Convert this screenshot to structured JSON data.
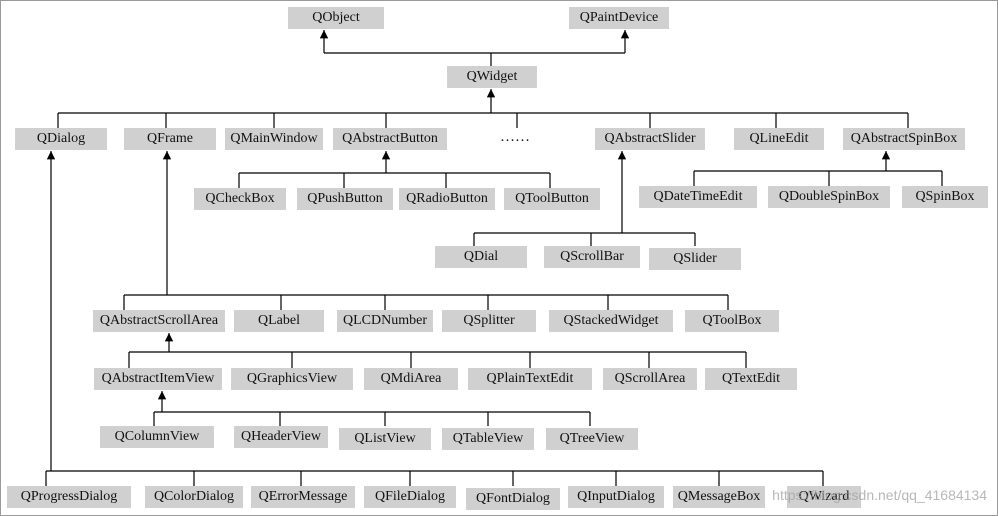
{
  "diagram": {
    "colors": {
      "node_fill": "#d0d0d0",
      "line": "#000000",
      "text": "#111111"
    },
    "ellipsis": "……",
    "watermark": "https://blog.csdn.net/qq_41684134",
    "nodes": {
      "qobject": "QObject",
      "qpaintdevice": "QPaintDevice",
      "qwidget": "QWidget",
      "qdialog": "QDialog",
      "qframe": "QFrame",
      "qmainwindow": "QMainWindow",
      "qabstractbutton": "QAbstractButton",
      "qabstractslider": "QAbstractSlider",
      "qlineedit": "QLineEdit",
      "qabstractspinbox": "QAbstractSpinBox",
      "qcheckbox": "QCheckBox",
      "qpushbutton": "QPushButton",
      "qradiobutton": "QRadioButton",
      "qtoolbutton": "QToolButton",
      "qdatetimeedit": "QDateTimeEdit",
      "qdoublespinbox": "QDoubleSpinBox",
      "qspinbox": "QSpinBox",
      "qdial": "QDial",
      "qscrollbar": "QScrollBar",
      "qslider": "QSlider",
      "qabstractscrollarea": "QAbstractScrollArea",
      "qlabel": "QLabel",
      "qlcdnumber": "QLCDNumber",
      "qsplitter": "QSplitter",
      "qstackedwidget": "QStackedWidget",
      "qtoolbox": "QToolBox",
      "qabstractitemview": "QAbstractItemView",
      "qgraphicsview": "QGraphicsView",
      "qmdiarea": "QMdiArea",
      "qplaintextedit": "QPlainTextEdit",
      "qscrollarea": "QScrollArea",
      "qtextedit": "QTextEdit",
      "qcolumnview": "QColumnView",
      "qheaderview": "QHeaderView",
      "qlistview": "QListView",
      "qtableview": "QTableView",
      "qtreeview": "QTreeView",
      "qprogressdialog": "QProgressDialog",
      "qcolordialog": "QColorDialog",
      "qerrormessage": "QErrorMessage",
      "qfiledialog": "QFileDialog",
      "qfontdialog": "QFontDialog",
      "qinputdialog": "QInputDialog",
      "qmessagebox": "QMessageBox",
      "qwizard": "QWizard"
    }
  }
}
